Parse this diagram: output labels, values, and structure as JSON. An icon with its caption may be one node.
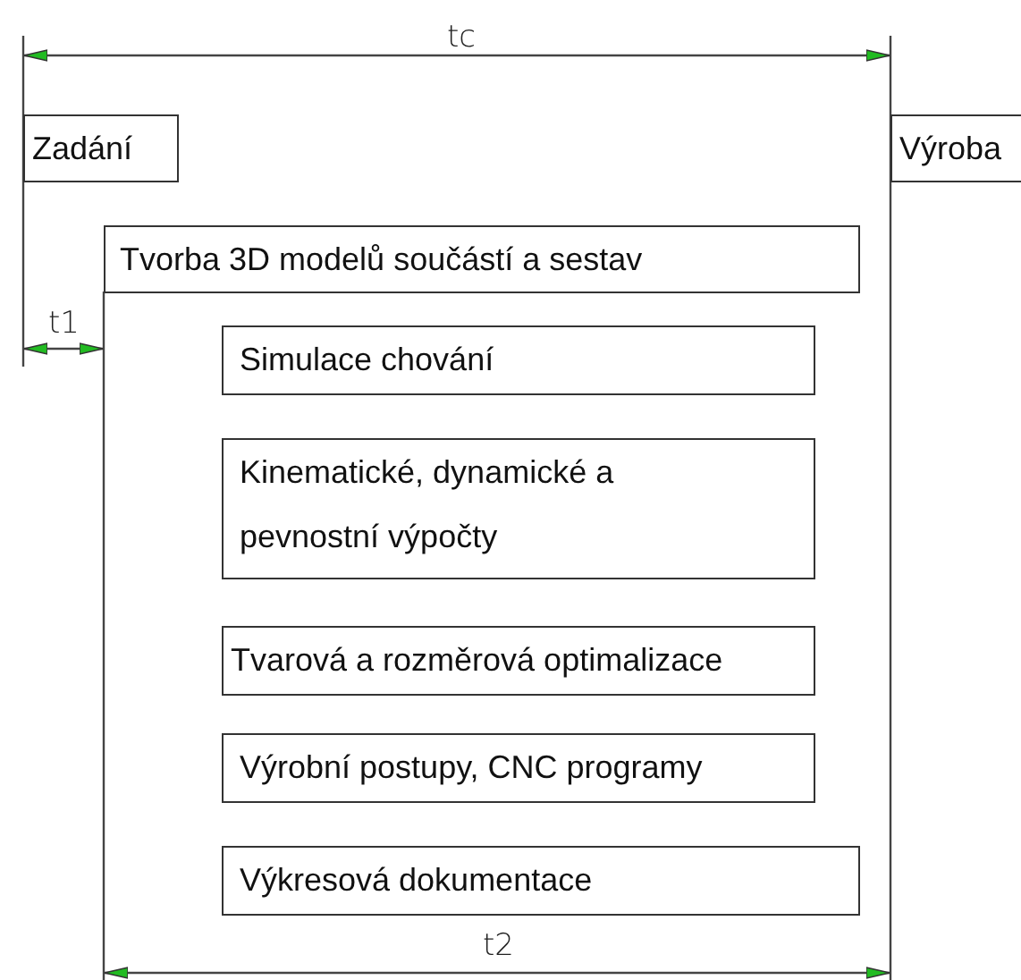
{
  "diagram": {
    "nodes": [
      {
        "text": [
          "Zadání"
        ]
      },
      {
        "text": [
          "Výroba"
        ]
      },
      {
        "text": [
          "Tvorba 3D modelů součástí a sestav"
        ]
      },
      {
        "text": [
          "Simulace chování"
        ]
      },
      {
        "text": [
          "Kinematické, dynamické a pevnostní výpočty"
        ]
      },
      {
        "text": [
          "Tvarová a rozměrová optimalizace"
        ]
      },
      {
        "text": [
          "Výrobní postupy, CNC programy"
        ]
      },
      {
        "text": [
          "Výkresová dokumentace"
        ]
      }
    ],
    "labels": [
      "tc",
      "t1",
      "t2"
    ]
  }
}
